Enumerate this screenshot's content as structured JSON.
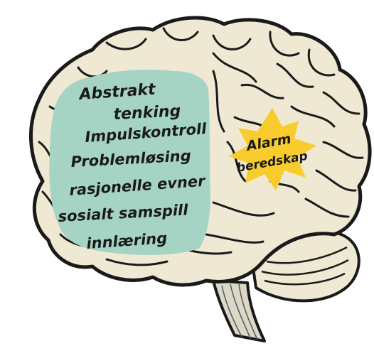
{
  "colors": {
    "brain_fill": "#efe9d3",
    "brain_outline": "#1a1a1a",
    "prefrontal_fill": "#a6d4c4",
    "alarm_fill": "#f7cc2c",
    "stem_fill": "#dcd8c8"
  },
  "prefrontal": {
    "lines": [
      "Abstrakt",
      "tenking",
      "Impulskontroll",
      "Problemløsing",
      "rasjonelle evner",
      "sosialt samspill",
      "innlæring"
    ]
  },
  "alarm": {
    "lines": [
      "Alarm",
      "beredskap"
    ]
  }
}
